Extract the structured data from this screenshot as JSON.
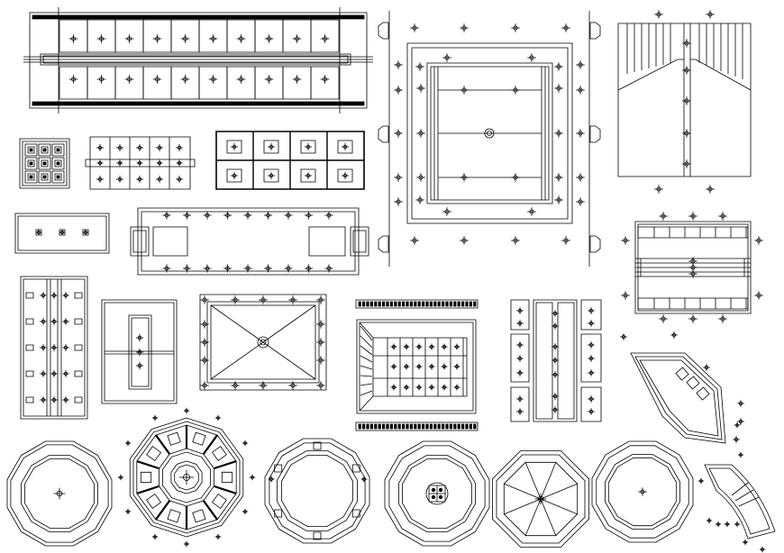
{
  "drawing": {
    "background": "#ffffff",
    "line_color": "#000000",
    "has_text_labels": false,
    "blocks": [
      {
        "id": "corridor-ceiling-plan",
        "kind": "rectangular-grid-ceiling",
        "panel_rows": 2,
        "panel_cols": 10
      },
      {
        "id": "square-ceiling-with-perimeter-lights",
        "kind": "rectangular-tray-ceiling",
        "bands": 3
      },
      {
        "id": "v-fold-ceiling",
        "kind": "folded-ceiling",
        "lights": 5
      },
      {
        "id": "coffer-3x3",
        "kind": "coffered-ceiling",
        "grid": "3x3"
      },
      {
        "id": "tile-grid-ceiling",
        "kind": "grid-ceiling",
        "grid": "5x3"
      },
      {
        "id": "eight-panel-ceiling",
        "kind": "panel-ceiling",
        "grid": "4x2"
      },
      {
        "id": "small-strip-ceiling",
        "kind": "strip-ceiling",
        "lights": 3
      },
      {
        "id": "hall-ceiling-with-end-bays",
        "kind": "hall-ceiling",
        "lights": 18
      },
      {
        "id": "striped-band-ceiling",
        "kind": "band-ceiling",
        "bands": 5
      },
      {
        "id": "long-strip-ceiling",
        "kind": "strip-ceiling",
        "lights": 5
      },
      {
        "id": "center-cove-ceiling",
        "kind": "cove-ceiling",
        "lights": 3
      },
      {
        "id": "diagonal-pyramid-ceiling",
        "kind": "pyramid-ceiling",
        "lights": 1
      },
      {
        "id": "decorative-grid-ceiling",
        "kind": "patterned-ceiling",
        "grid": "6x3"
      },
      {
        "id": "panel-column-layout",
        "kind": "panel-ceiling",
        "columns": 3
      },
      {
        "id": "angled-curved-ceiling",
        "kind": "angled-ceiling",
        "lights": 3
      },
      {
        "id": "octagon-ceiling-1",
        "kind": "polygon-ceiling"
      },
      {
        "id": "octagon-coffered-ceiling",
        "kind": "radial-coffered-ceiling",
        "segments": 10
      },
      {
        "id": "octagon-ceiling-3",
        "kind": "polygon-ceiling"
      },
      {
        "id": "octagon-ceiling-4",
        "kind": "polygon-ceiling"
      },
      {
        "id": "octagon-radial-ceiling",
        "kind": "radial-ceiling",
        "segments": 8
      },
      {
        "id": "octagon-ceiling-6",
        "kind": "polygon-ceiling"
      },
      {
        "id": "curved-fragment-ceiling",
        "kind": "curved-ceiling"
      }
    ]
  }
}
